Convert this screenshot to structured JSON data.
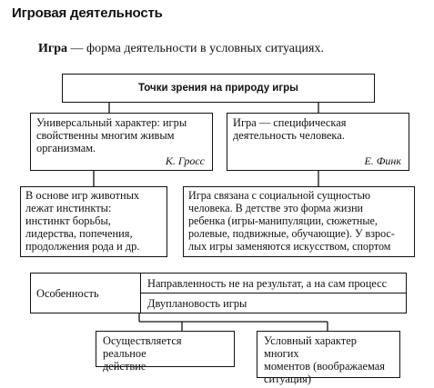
{
  "title": "Игровая деятельность",
  "definition": {
    "term": "Игра",
    "text": " — форма деятельности в условных ситуациях."
  },
  "viewpoints": {
    "header": "Точки зрения на природу игры",
    "left": {
      "text": "Универсальный характер: игры\nсвойственны многим живым\nорганизмам.",
      "author": "К. Гросс"
    },
    "right": {
      "text": "Игра — специфическая\nдеятельность человека.",
      "author": "Е. Финк"
    },
    "left_detail": "В основе игр животных\nлежат инстинкты:\nинстинкт борьбы,\nлидерства, попечения,\nпродолжения рода и др.",
    "right_detail": "Игра связана с социальной сущностью\nчеловека. В детстве это форма жизни\nребенка (игры-манипуляции, сюжетные,\nролевые, подвижные, обучающие). У взрос-\nлых игры заменяются искусством, спортом"
  },
  "features": {
    "label": "Особенность",
    "items": [
      "Направленность не на результат, а на сам процесс",
      "Двуплановость игры"
    ],
    "sub": [
      "Осуществляется реальное\nдействие",
      "Условный характер многих\nмоментов (воображаемая\nситуация)"
    ]
  }
}
